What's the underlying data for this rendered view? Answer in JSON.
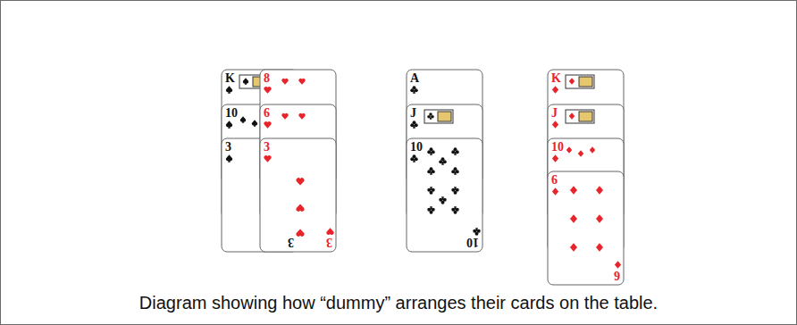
{
  "diagram": {
    "caption": "Diagram showing how “dummy” arranges their cards on the table.",
    "nodes": [
      {
        "text": [
          "K"
        ]
      },
      {
        "text": [
          "10"
        ]
      },
      {
        "text": [
          "3",
          "3"
        ]
      },
      {
        "text": [
          "8"
        ]
      },
      {
        "text": [
          "6"
        ]
      },
      {
        "text": [
          "3",
          "3"
        ]
      },
      {
        "text": [
          "A"
        ]
      },
      {
        "text": [
          "J"
        ]
      },
      {
        "text": [
          "10",
          "10"
        ]
      },
      {
        "text": [
          "K"
        ]
      },
      {
        "text": [
          "J"
        ]
      },
      {
        "text": [
          "10"
        ]
      },
      {
        "text": [
          "6",
          "6"
        ]
      }
    ]
  }
}
